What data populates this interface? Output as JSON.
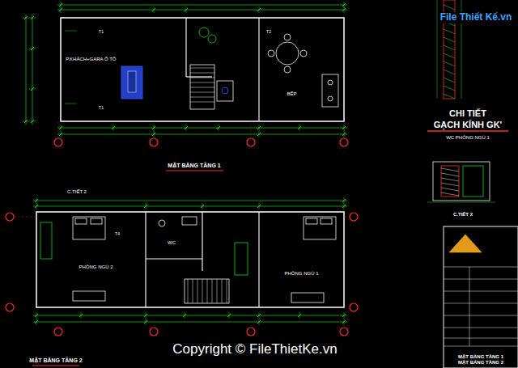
{
  "diagram": {
    "nodes": [
      {
        "text": [
          "P.KHÁCH+GARA Ô TÔ"
        ]
      },
      {
        "text": [
          "BẾP"
        ]
      },
      {
        "text": [
          "PHÒNG NGỦ 2"
        ]
      },
      {
        "text": [
          "WC"
        ]
      },
      {
        "text": [
          "PHÒNG NGỦ 1"
        ]
      },
      {
        "text": [
          "MẶT BẰNG TẦNG 1",
          "MẶT BẰNG TẦNG 2"
        ]
      }
    ],
    "labels": [
      "File Thiết Kế.vn",
      "CHI TIẾT",
      "GẠCH KÍNH GK'",
      "WC PHÒNG NGỦ 1",
      "MẶT BẰNG TẦNG 1",
      "C.TIẾT 2",
      "C.TIẾT 2",
      "MẶT BẰNG TẦNG 2",
      "T1",
      "T1",
      "T2",
      "T4",
      "Copyright © FileThietKe.vn"
    ]
  }
}
